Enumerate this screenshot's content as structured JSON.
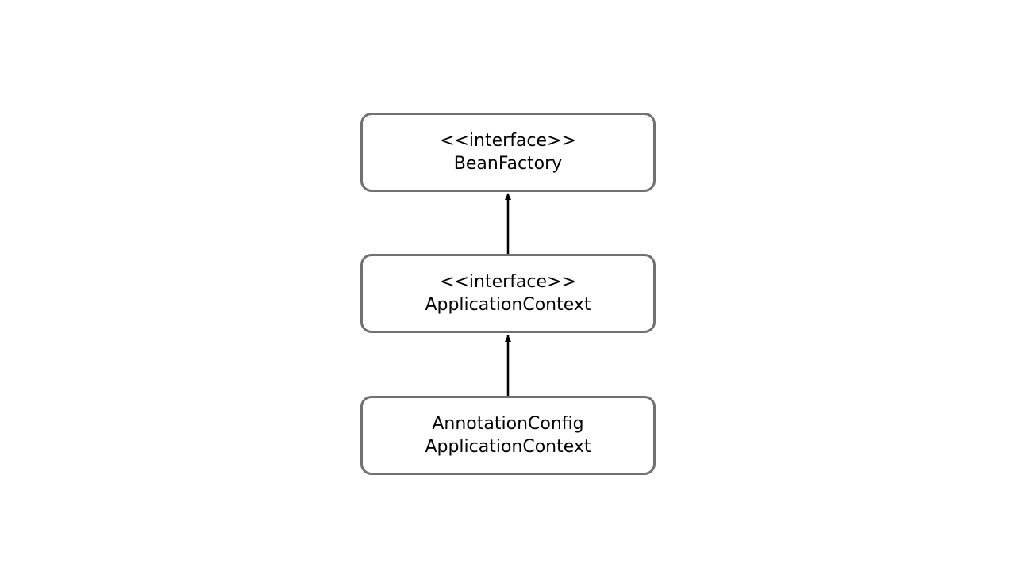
{
  "diagram": {
    "nodes": [
      {
        "id": "bean-factory",
        "stereotype": "<<interface>>",
        "name": "BeanFactory"
      },
      {
        "id": "application-context",
        "stereotype": "<<interface>>",
        "name": "ApplicationContext"
      },
      {
        "id": "annotation-config-application-context",
        "name_line1": "AnnotationConfig",
        "name_line2": "ApplicationContext"
      }
    ],
    "edges": [
      {
        "from": "application-context",
        "to": "bean-factory",
        "type": "arrow"
      },
      {
        "from": "annotation-config-application-context",
        "to": "application-context",
        "type": "arrow"
      }
    ],
    "colors": {
      "node_border": "#707070",
      "edge": "#000000",
      "text": "#000000",
      "background": "#ffffff"
    }
  }
}
